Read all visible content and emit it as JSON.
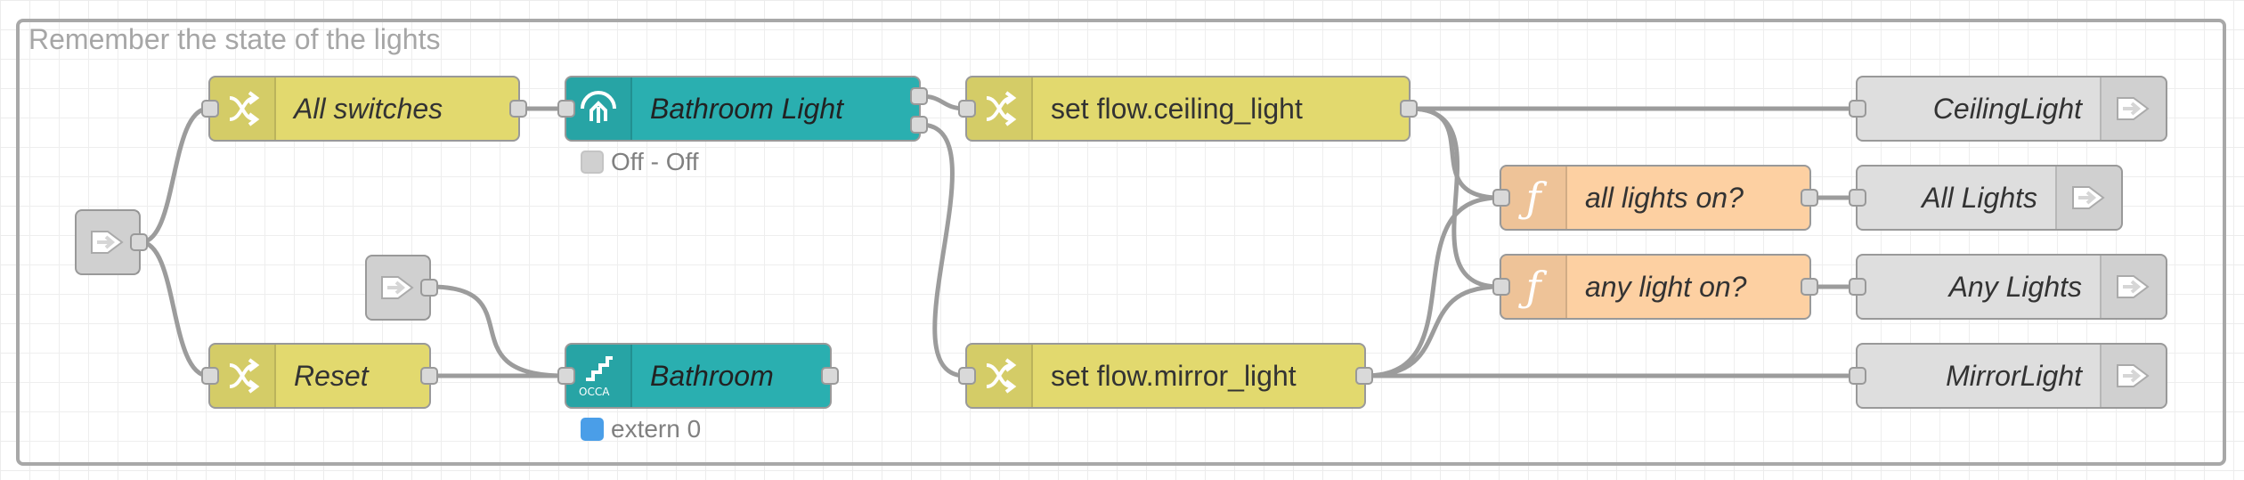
{
  "group": {
    "label": "Remember the state of the lights"
  },
  "nodes": {
    "link_in_main": {
      "icon": "link-in-icon"
    },
    "link_in_small": {
      "icon": "link-in-icon"
    },
    "all_switches": {
      "label": "All switches",
      "icon": "shuffle-icon"
    },
    "reset": {
      "label": "Reset",
      "icon": "shuffle-icon"
    },
    "bathroom_light": {
      "label": "Bathroom Light",
      "icon": "light-dome-icon",
      "status": "Off - Off",
      "status_color": "#d0d0d0"
    },
    "bathroom": {
      "label": "Bathroom",
      "icon": "occa-stairs-icon",
      "status": "extern 0",
      "status_color": "#4a9ee8"
    },
    "set_ceiling": {
      "label": "set flow.ceiling_light",
      "icon": "shuffle-icon"
    },
    "set_mirror": {
      "label": "set flow.mirror_light",
      "icon": "shuffle-icon"
    },
    "all_lights_on": {
      "label": "all lights on?",
      "icon": "function-icon"
    },
    "any_light_on": {
      "label": "any light on?",
      "icon": "function-icon"
    },
    "out_ceiling": {
      "label": "CeilingLight",
      "icon": "link-out-icon"
    },
    "out_all": {
      "label": "All Lights",
      "icon": "link-out-icon"
    },
    "out_any": {
      "label": "Any Lights",
      "icon": "link-out-icon"
    },
    "out_mirror": {
      "label": "MirrorLight",
      "icon": "link-out-icon"
    }
  },
  "colors": {
    "change": "#e2d96e",
    "function": "#fdd0a2",
    "device": "#2aafb0",
    "link": "#dedede",
    "wire": "#9c9c9c"
  }
}
